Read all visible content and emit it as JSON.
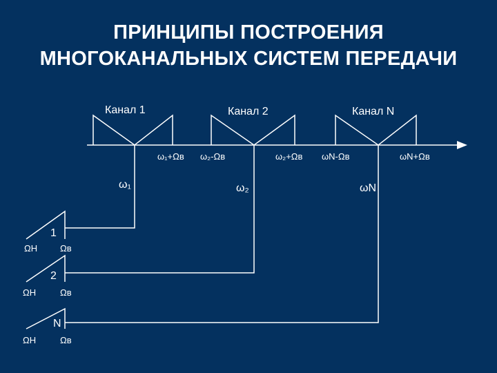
{
  "title": {
    "line1": "ПРИНЦИПЫ ПОСТРОЕНИЯ",
    "line2": "МНОГОКАНАЛЬНЫХ СИСТЕМ ПЕРЕДАЧИ"
  },
  "channels": [
    {
      "label": "Канал 1",
      "lower": "ω₁+Ωв",
      "carrier": "ω₁"
    },
    {
      "label": "Канал 2",
      "lower": "ω₂-Ωв",
      "upper": "ω₂+Ωв",
      "carrier": "ω₂"
    },
    {
      "label": "Канал N",
      "lower": "ωN-Ωв",
      "upper": "ωN+Ωв",
      "carrier": "ωN"
    }
  ],
  "sources": [
    {
      "number": "1",
      "low": "ΩН",
      "high": "Ωв"
    },
    {
      "number": "2",
      "low": "ΩН",
      "high": "Ωв"
    },
    {
      "number": "N",
      "low": "ΩН",
      "high": "Ωв"
    }
  ],
  "colors": {
    "background": "#04315F",
    "lines": "#FFFFFF",
    "text": "#FFFFFF"
  }
}
